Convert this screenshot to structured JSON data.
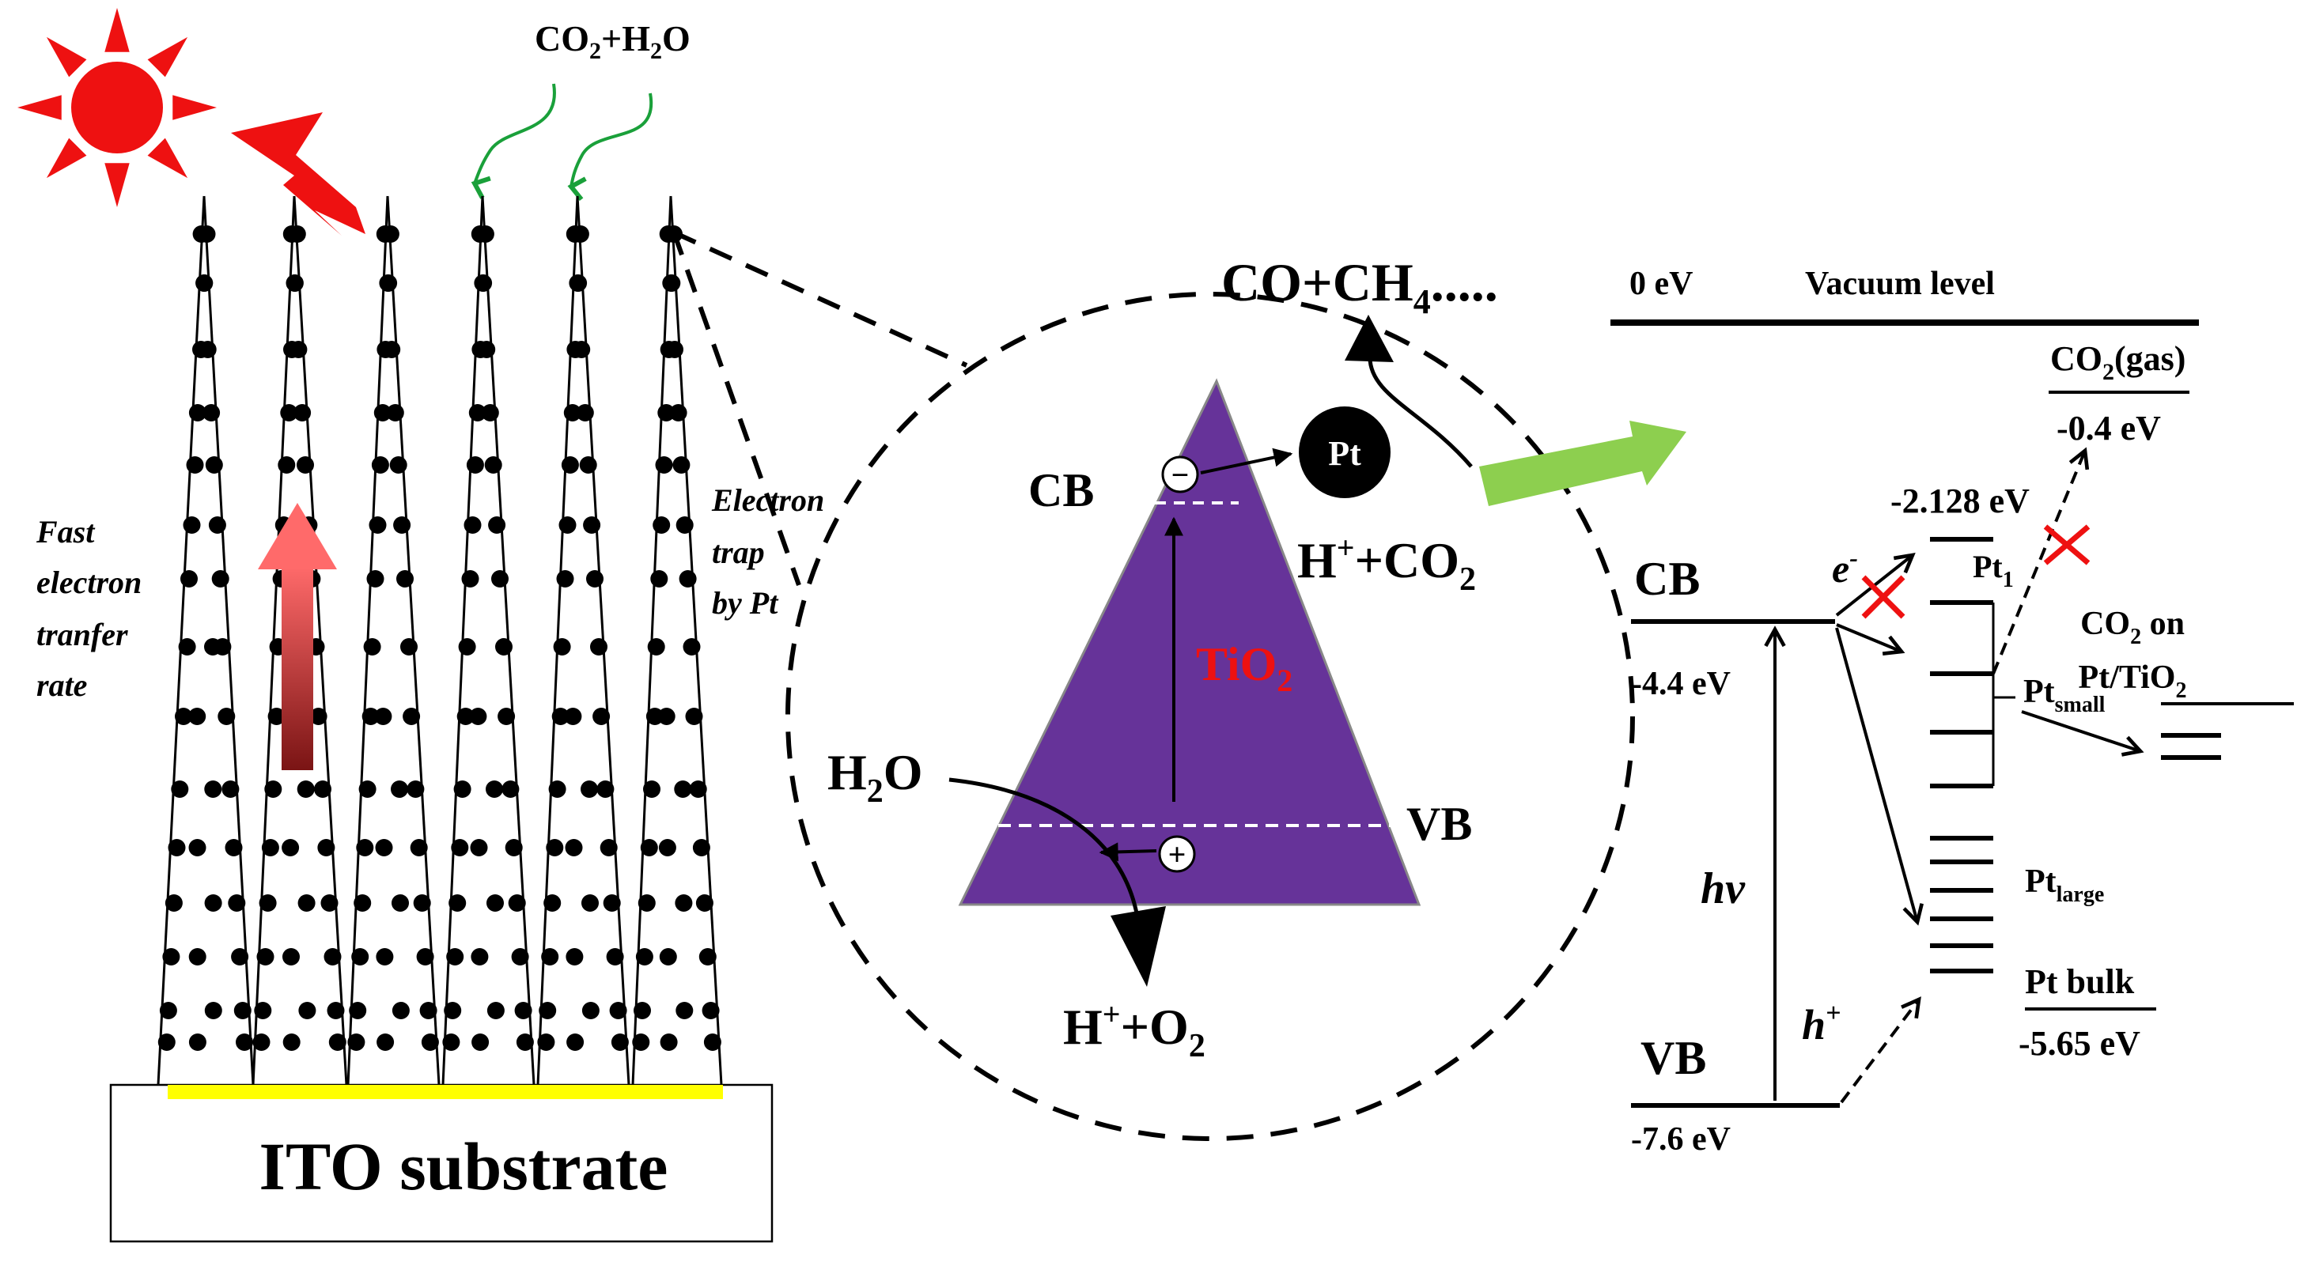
{
  "left_panel": {
    "reactants": {
      "co2": "CO",
      "co2_sub": "2",
      "plus": "+",
      "h2o_h": "H",
      "h2o_sub": "2",
      "h2o_o": "O"
    },
    "fast_electron": [
      "Fast",
      "electron",
      "tranfer",
      "rate"
    ],
    "electron_trap": [
      "Electron",
      "trap",
      "by Pt"
    ],
    "substrate": "ITO substrate"
  },
  "center_panel": {
    "products": {
      "main": "CO+CH",
      "sub": "4",
      "dots": "....."
    },
    "pt": "Pt",
    "cb": "CB",
    "vb": "VB",
    "tio2": {
      "main": "TiO",
      "sub": "2"
    },
    "h_co2": {
      "h": "H",
      "sup": "+",
      "rest": "+CO",
      "sub": "2"
    },
    "h2o": {
      "h": "H",
      "sub": "2",
      "o": "O"
    },
    "h_o2": {
      "h": "H",
      "sup": "+",
      "rest": "+O",
      "sub": "2"
    },
    "minus": "−",
    "plus": "+"
  },
  "energy_diagram": {
    "zero_ev": "0 eV",
    "vacuum": "Vacuum level",
    "co2_gas": {
      "main": "CO",
      "sub": "2",
      "rest": "(gas)"
    },
    "minus_04": "-0.4 eV",
    "minus_2128": "-2.128 eV",
    "cb": "CB",
    "minus_44": "-4.4 eV",
    "e_minus": {
      "main": "e",
      "sup": "-"
    },
    "pt1": {
      "main": "Pt",
      "sub": "1"
    },
    "co2_on": {
      "line1_main": "CO",
      "line1_sub": "2",
      "line1_rest": " on",
      "line2_main": "Pt/TiO",
      "line2_sub": "2"
    },
    "pt_small": {
      "main": "Pt",
      "sub": "small"
    },
    "pt_large": {
      "main": "Pt",
      "sub": "large"
    },
    "hv": "hv",
    "pt_bulk": "Pt bulk",
    "h_plus": {
      "main": "h",
      "sup": "+"
    },
    "minus_565": "-5.65 eV",
    "vb": "VB",
    "minus_76": "-7.6 eV"
  },
  "colors": {
    "sun": "#ee1111",
    "lightning": "#ee1111",
    "green_arrow": "#1aa03a",
    "triangle": "#663399",
    "yellow_strip": "#ffff00",
    "big_arrow": "#8dcf4f",
    "red_x": "#ee1111",
    "tio2_label": "#ee1111"
  }
}
